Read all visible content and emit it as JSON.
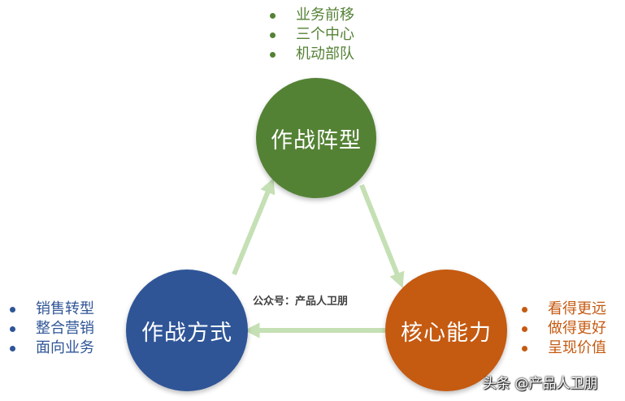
{
  "nodes": {
    "top": {
      "label": "作战阵型",
      "color": "#548235",
      "points": [
        "业务前移",
        "三个中心",
        "机动部队"
      ]
    },
    "left": {
      "label": "作战方式",
      "color": "#2F5597",
      "points": [
        "销售转型",
        "整合营销",
        "面向业务"
      ]
    },
    "right": {
      "label": "核心能力",
      "color": "#C55A11",
      "points": [
        "看得更远",
        "做得更好",
        "呈现价值"
      ]
    }
  },
  "arrow_color": "#C5E0B4",
  "watermark": "公众号：产品人卫朋",
  "footer": "头条 @产品人卫朋"
}
